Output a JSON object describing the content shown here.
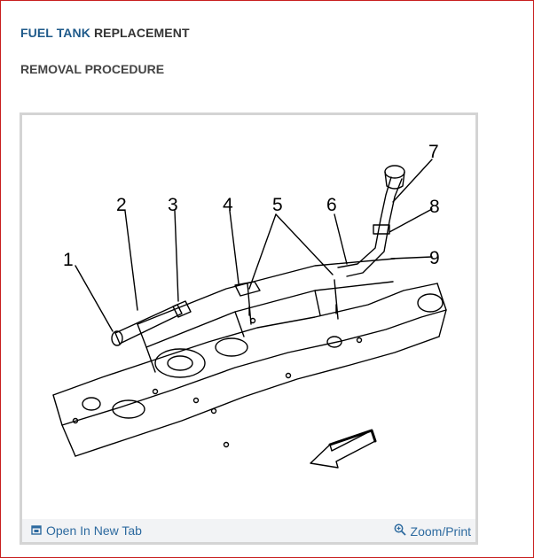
{
  "header": {
    "title_link": "FUEL TANK",
    "title_rest": "REPLACEMENT",
    "subtitle": "REMOVAL PROCEDURE"
  },
  "figure": {
    "callouts": [
      "1",
      "2",
      "3",
      "4",
      "5",
      "6",
      "7",
      "8",
      "9"
    ]
  },
  "footer": {
    "open_tab_label": "Open In New Tab",
    "open_tab_icon": "open-in-new-tab-icon",
    "zoom_label": "Zoom/Print",
    "zoom_icon": "zoom-icon",
    "link_color": "#2d6a9f"
  }
}
